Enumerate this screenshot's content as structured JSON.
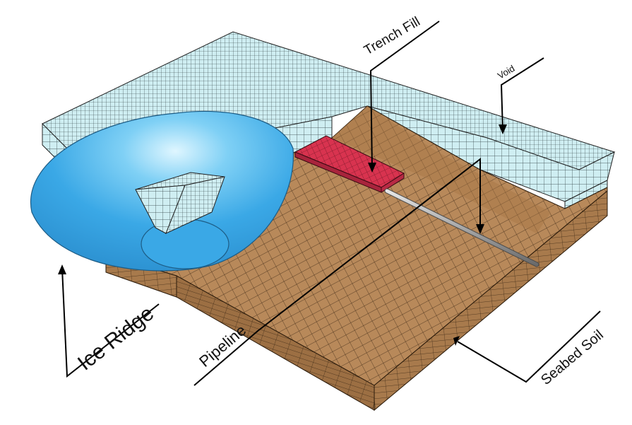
{
  "labels": {
    "trench_fill": "Trench Fill",
    "void": "Void",
    "ice_ridge": "Ice Ridge",
    "pipeline": "Pipeline",
    "seabed_soil": "Seabed Soil"
  },
  "colors": {
    "void_mesh": "#cfeef2",
    "soil": "#b8895a",
    "trench_fill": "#d8334f",
    "ice": "#3aa8e6",
    "pipeline": "#a8a8a8",
    "mesh_line": "#1a1a1a"
  }
}
